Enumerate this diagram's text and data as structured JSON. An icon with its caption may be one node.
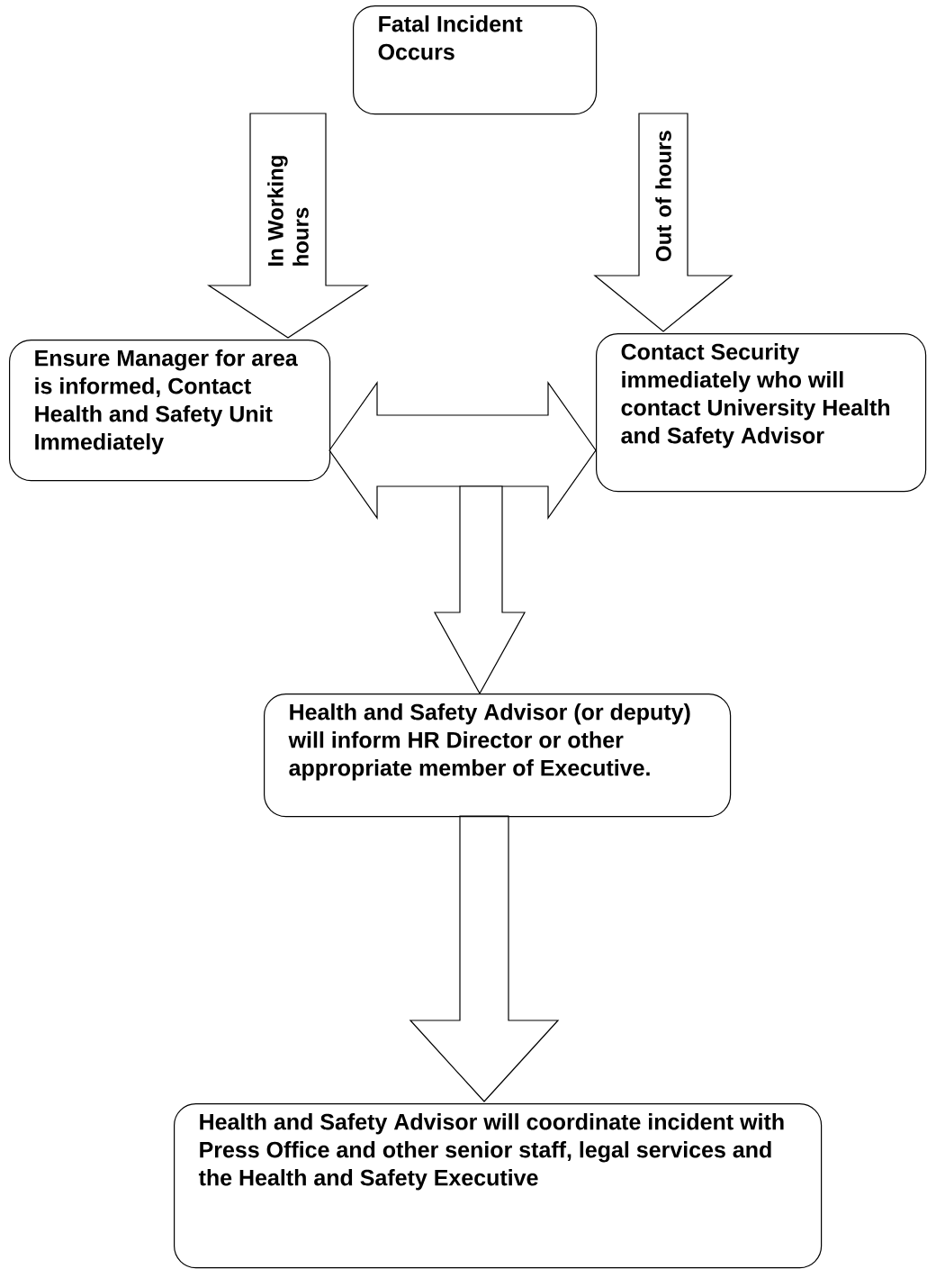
{
  "diagram": {
    "nodes": [
      {
        "text": [
          "Fatal Incident Occurs"
        ]
      },
      {
        "text": [
          "Ensure Manager for area is informed, Contact Health and Safety Unit Immediately"
        ]
      },
      {
        "text": [
          "Contact Security immediately who will contact University Health and Safety Advisor"
        ]
      },
      {
        "text": [
          "Health and Safety Advisor (or deputy) will inform HR Director or other appropriate member of Executive."
        ]
      },
      {
        "text": [
          "Health and Safety Advisor will coordinate incident with Press Office and other senior staff, legal services and the Health and Safety Executive"
        ]
      }
    ],
    "edges": [
      {
        "from": 0,
        "to": 1,
        "arrow": "to",
        "label": "In Working hours"
      },
      {
        "from": 0,
        "to": 2,
        "arrow": "to",
        "label": "Out of hours"
      },
      {
        "from": 1,
        "to": 2,
        "arrow": "both"
      },
      {
        "from": null,
        "to": 3,
        "arrow": "to"
      },
      {
        "from": 3,
        "to": 4,
        "arrow": "to"
      }
    ]
  }
}
